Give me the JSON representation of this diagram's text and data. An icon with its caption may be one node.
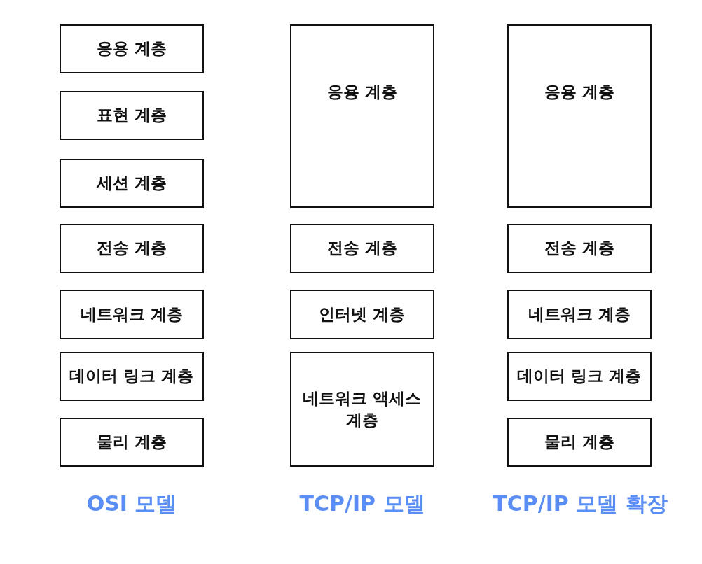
{
  "diagram": {
    "nodes": [
      {
        "text": [
          "응용 계층"
        ]
      },
      {
        "text": [
          "표현 계층"
        ]
      },
      {
        "text": [
          "세션 계층"
        ]
      },
      {
        "text": [
          "전송 계층"
        ]
      },
      {
        "text": [
          "네트워크 계층"
        ]
      },
      {
        "text": [
          "데이터 링크 계층"
        ]
      },
      {
        "text": [
          "물리 계층"
        ]
      },
      {
        "text": [
          "응용 계층"
        ]
      },
      {
        "text": [
          "전송 계층"
        ]
      },
      {
        "text": [
          "인터넷 계층"
        ]
      },
      {
        "text": [
          "네트워크 액세스 계층"
        ]
      },
      {
        "text": [
          "응용 계층"
        ]
      },
      {
        "text": [
          "전송 계층"
        ]
      },
      {
        "text": [
          "네트워크 계층"
        ]
      },
      {
        "text": [
          "데이터 링크 계층"
        ]
      },
      {
        "text": [
          "물리 계층"
        ]
      }
    ],
    "labels": [
      "OSI 모델",
      "TCP/IP 모델",
      "TCP/IP 모델 확장"
    ]
  }
}
